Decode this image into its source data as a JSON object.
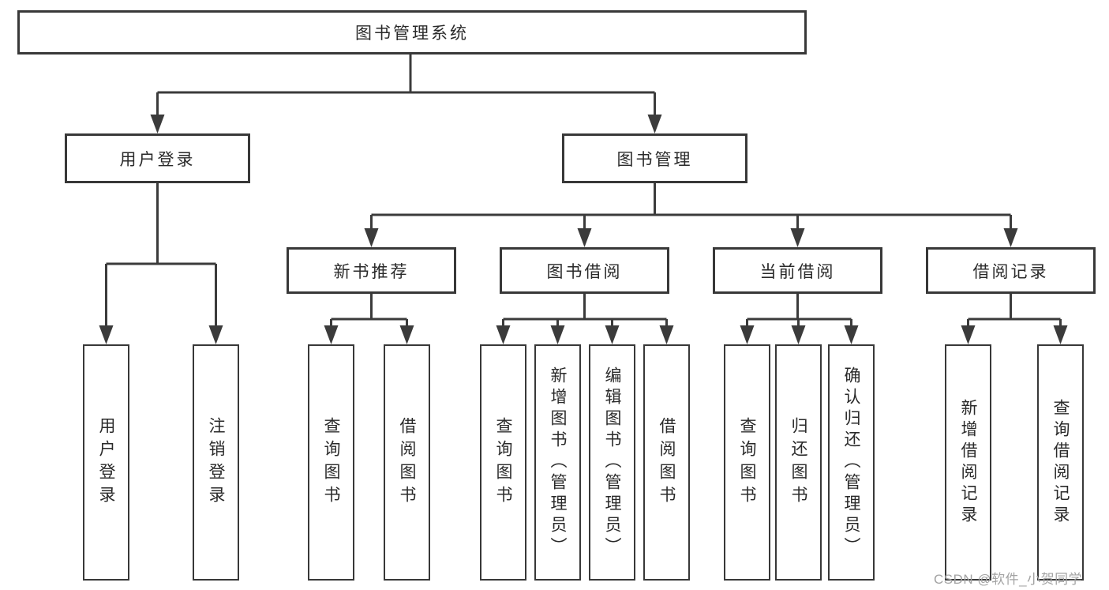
{
  "tree": {
    "root": "图书管理系统",
    "children": [
      {
        "label": "用户登录",
        "children": [
          {
            "label": "用户登录"
          },
          {
            "label": "注销登录"
          }
        ]
      },
      {
        "label": "图书管理",
        "children": [
          {
            "label": "新书推荐",
            "children": [
              {
                "label": "查询图书"
              },
              {
                "label": "借阅图书"
              }
            ]
          },
          {
            "label": "图书借阅",
            "children": [
              {
                "label": "查询图书"
              },
              {
                "label": "新增图书（管理员）"
              },
              {
                "label": "编辑图书（管理员）"
              },
              {
                "label": "借阅图书"
              }
            ]
          },
          {
            "label": "当前借阅",
            "children": [
              {
                "label": "查询图书"
              },
              {
                "label": "归还图书"
              },
              {
                "label": "确认归还（管理员）"
              }
            ]
          },
          {
            "label": "借阅记录",
            "children": [
              {
                "label": "新增借阅记录"
              },
              {
                "label": "查询借阅记录"
              }
            ]
          }
        ]
      }
    ]
  },
  "watermark": {
    "text": "CSDN @软件_小贺同学"
  },
  "colors": {
    "line": "#3b3b3b",
    "box_border": "#383838",
    "text": "#2a2a2a",
    "watermark_text": "#a3a3a3",
    "background": "#ffffff"
  }
}
